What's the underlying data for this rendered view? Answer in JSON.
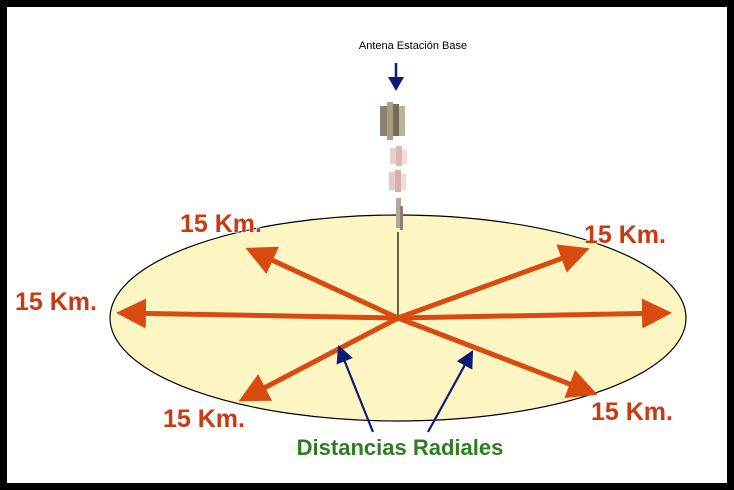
{
  "antenna": {
    "label": "Antena Estación Base"
  },
  "distances": {
    "upper_left": "15 Km.",
    "upper_right": "15 Km.",
    "left": "15 Km.",
    "lower_left": "15 Km.",
    "lower_right": "15 Km."
  },
  "caption": {
    "text": "Distancias Radiales"
  },
  "colors": {
    "frame": "#000000",
    "ellipse_fill": "#fdf6c3",
    "ellipse_stroke": "#000000",
    "radial_arrow": "#d84a10",
    "distance_text": "#c93a12",
    "pointer_arrow": "#0d1a78",
    "caption_text": "#2e7d22"
  },
  "icons": [
    "down-arrow-icon",
    "antenna-icon"
  ]
}
